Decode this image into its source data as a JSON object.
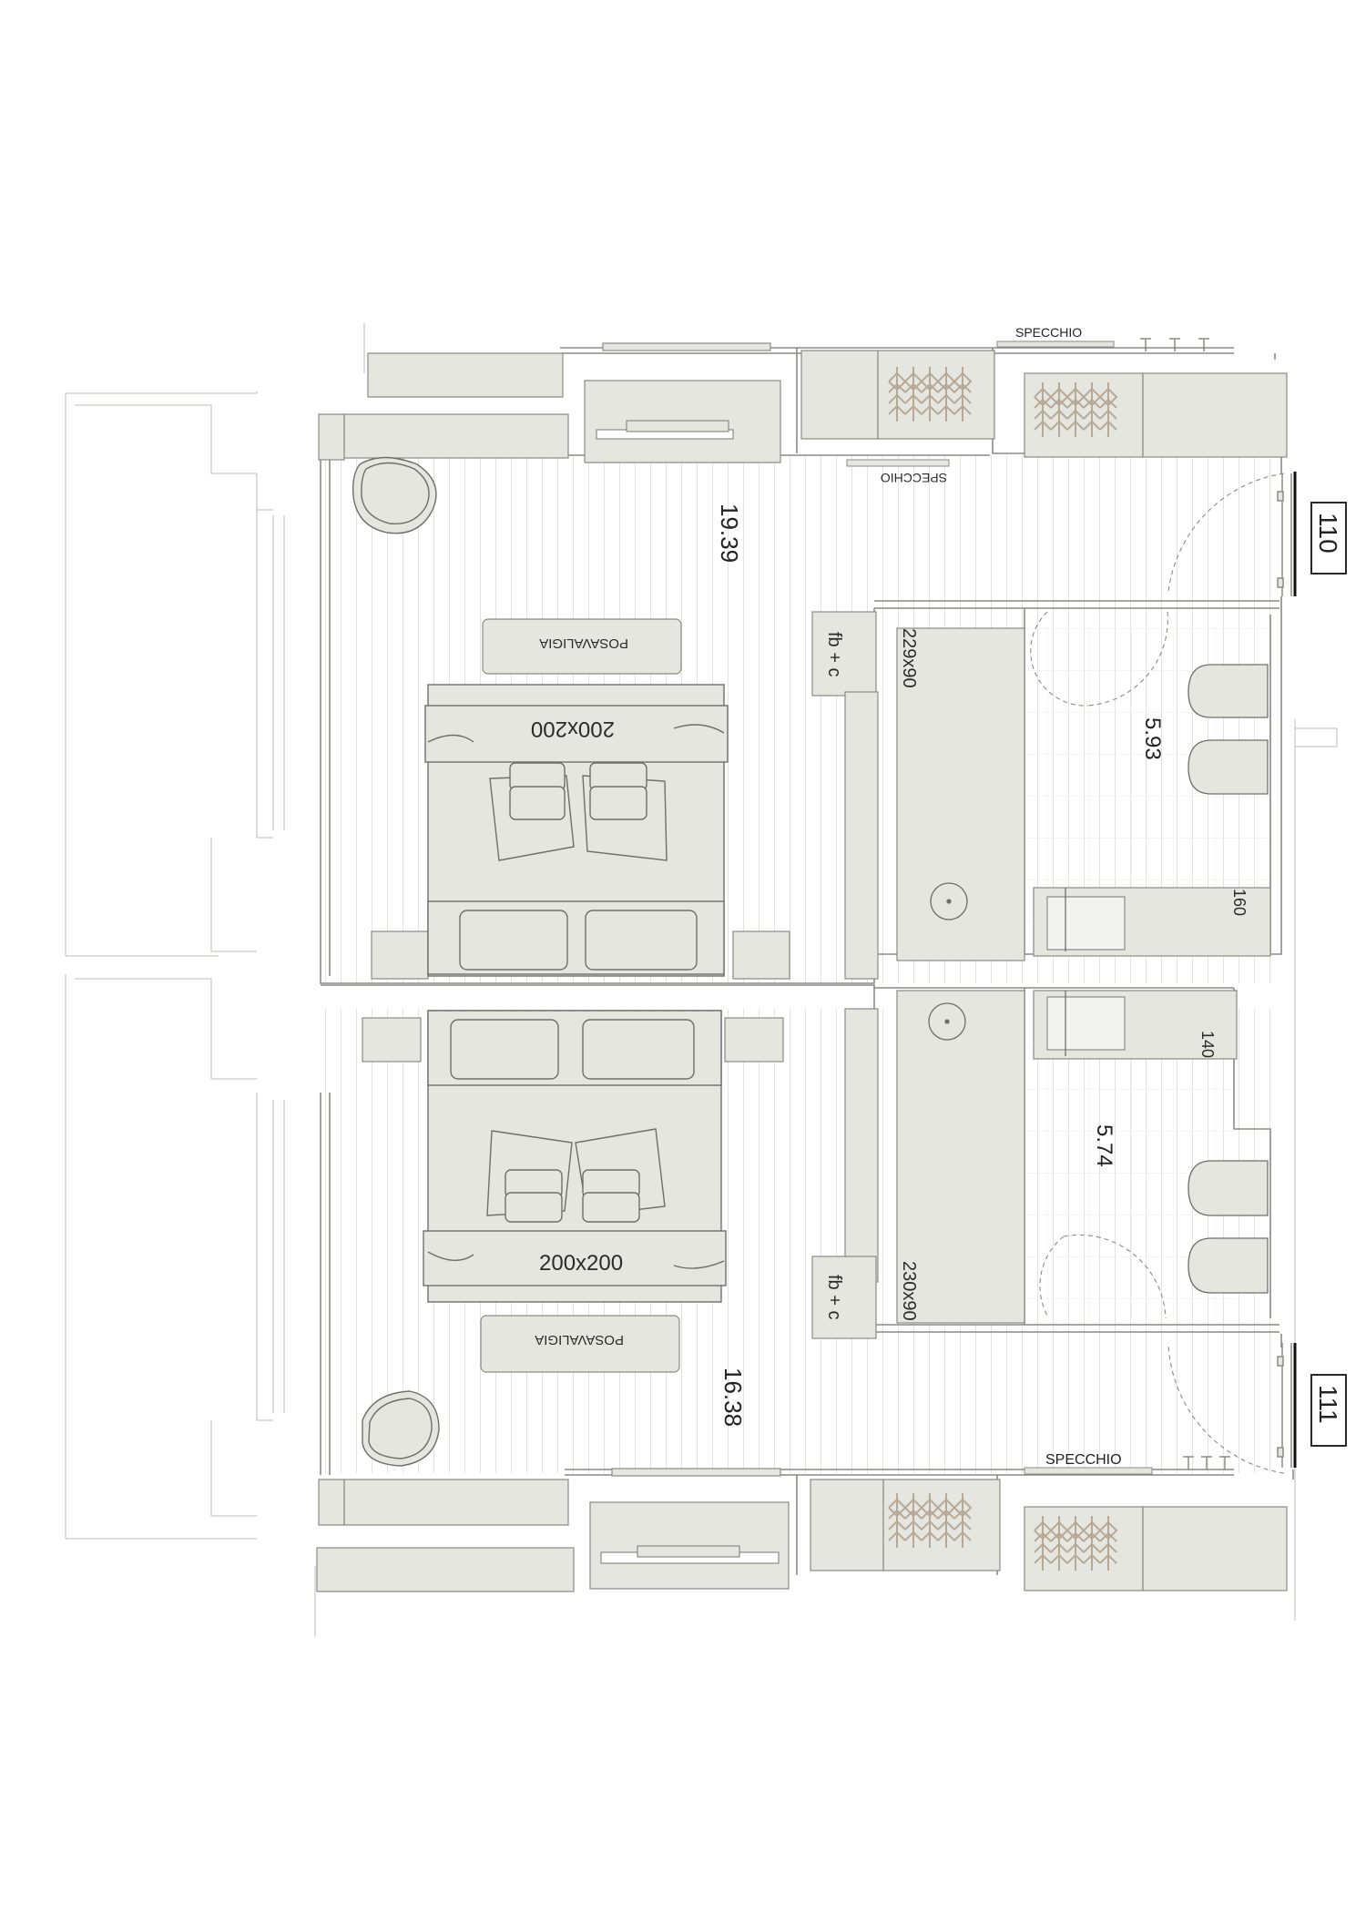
{
  "rooms": [
    {
      "number": "110",
      "bedroom_area": "19.39",
      "bathroom_area": "5.93",
      "bed_label": "200x200",
      "luggage_rack_label": "POSAVALIGIA",
      "fridge_label": "fb + c",
      "desk_label": "229x90",
      "shower_label": "160",
      "mirror_top_label": "SPECCHIO",
      "mirror_inner_label": "SPECCHIO"
    },
    {
      "number": "111",
      "bedroom_area": "16.38",
      "bathroom_area": "5.74",
      "bed_label": "200x200",
      "luggage_rack_label": "POSAVALIGIA",
      "fridge_label": "fb + c",
      "desk_label": "230x90",
      "shower_label": "140",
      "mirror_label": "SPECCHIO"
    }
  ],
  "colors": {
    "furniture_fill": "#e6e6e1",
    "line": "#8a8a85",
    "floor_line": "#e4e4e0",
    "hanger": "#b7a996",
    "text": "#222222"
  }
}
